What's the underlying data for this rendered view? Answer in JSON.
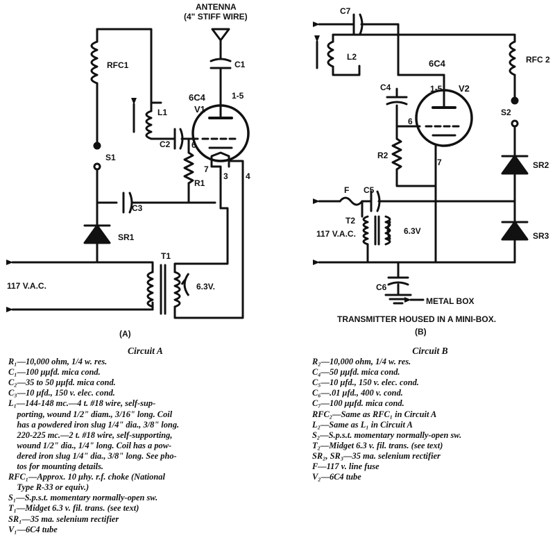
{
  "circuit_a": {
    "caption": "(A)",
    "antenna_label": "ANTENNA",
    "antenna_note": "(4\" STIFF WIRE)",
    "tube": "6C4",
    "tube_ref": "V1",
    "labels": {
      "rfc1": "RFC1",
      "l1": "L1",
      "c1": "C1",
      "c2": "C2",
      "c3": "C3",
      "r1": "R1",
      "s1": "S1",
      "sr1": "SR1",
      "t1": "T1",
      "volt_63": "6.3V.",
      "vac": "117 V.A.C."
    },
    "pins": {
      "p15": "1-5",
      "p6": "6",
      "p7": "7",
      "p3": "3",
      "p4": "4"
    }
  },
  "circuit_b": {
    "caption": "(B)",
    "tube": "6C4",
    "tube_ref": "V2",
    "labels": {
      "c7": "C7",
      "l2": "L2",
      "c4": "C4",
      "r2": "R2",
      "rfc2": "RFC 2",
      "s2": "S2",
      "sr2": "SR2",
      "sr3": "SR3",
      "f": "F",
      "c5": "C5",
      "t2": "T2",
      "volt_63": "6.3V",
      "vac": "117 V.A.C.",
      "c6": "C6",
      "metal_box": "METAL BOX",
      "housed_note": "TRANSMITTER HOUSED IN A MINI-BOX."
    },
    "pins": {
      "p15": "1-5",
      "p6": "6",
      "p7": "7"
    }
  },
  "parts_a": {
    "title": "Circuit A",
    "lines": [
      "R₁—10,000 ohm, 1/4 w. res.",
      "C₁—100 μμfd. mica cond.",
      "C₂—35 to 50 μμfd. mica cond.",
      "C₃—10 μfd., 150 v. elec. cond.",
      "L₁—144-148 mc.—4 t. #18 wire, self-sup-",
      "    porting, wound 1/2\" diam., 3/16\" long. Coil",
      "    has a powdered iron slug 1/4\" dia., 3/8\" long.",
      "    220-225 mc.—2 t. #18 wire, self-supporting,",
      "    wound 1/2\" dia., 1/4\" long. Coil has a pow-",
      "    dered iron slug 1/4\" dia., 3/8\" long. See pho-",
      "    tos for mounting details.",
      "RFC₁—Approx. 10 μhy. r.f. choke (National",
      "    Type R-33 or equiv.)",
      "S₁—S.p.s.t. momentary normally-open sw.",
      "T₁—Midget 6.3 v. fil. trans. (see text)",
      "SR₁—35 ma. selenium rectifier",
      "V₁—6C4 tube"
    ]
  },
  "parts_b": {
    "title": "Circuit B",
    "lines": [
      "R₂—10,000 ohm, 1/4 w. res.",
      "C₄—50 μμfd. mica cond.",
      "C₅—10 μfd., 150 v. elec. cond.",
      "C₆—.01 μfd., 400 v. cond.",
      "C₇—100 μμfd. mica cond.",
      "RFC₂—Same as RFC₁ in Circuit A",
      "L₂—Same as L₁ in Circuit A",
      "S₂—S.p.s.t. momentary normally-open sw.",
      "T₂—Midget 6.3 v. fil. trans. (see text)",
      "SR₂, SR₃—35 ma. selenium rectifier",
      "F—117 v. line fuse",
      "V₂—6C4 tube"
    ]
  }
}
